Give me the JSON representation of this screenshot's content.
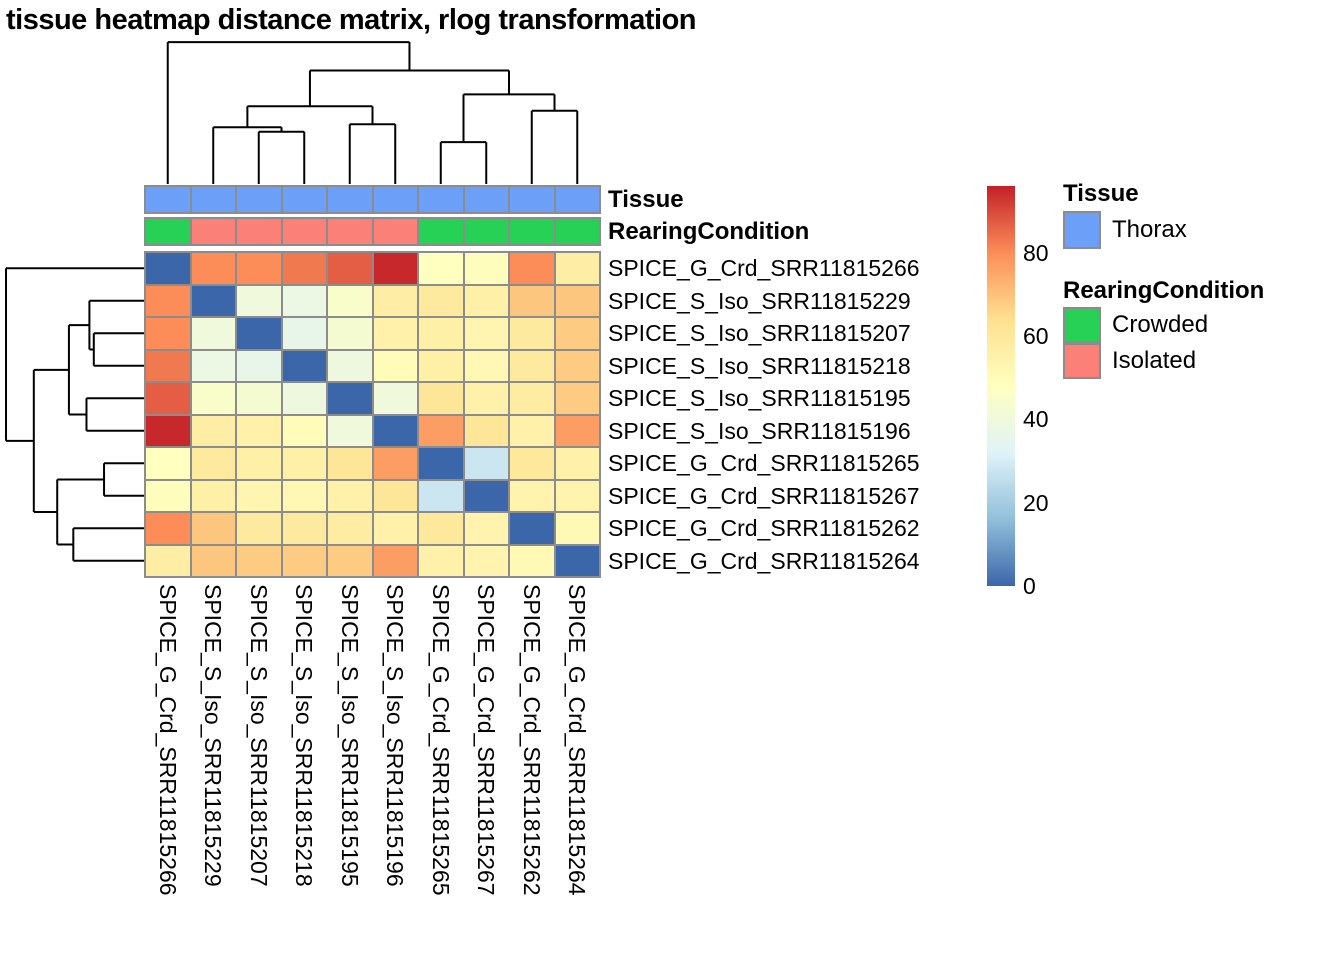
{
  "title": "tissue heatmap distance matrix, rlog transformation",
  "annotation_tracks": {
    "tissue_label": "Tissue",
    "rearing_label": "RearingCondition"
  },
  "legend": {
    "tissue_title": "Tissue",
    "thorax_label": "Thorax",
    "rearing_title": "RearingCondition",
    "crowded_label": "Crowded",
    "isolated_label": "Isolated"
  },
  "colors": {
    "thorax": "#6b9ff8",
    "crowded": "#27d155",
    "isolated": "#fa8078",
    "cell_border": "#8c8c8c",
    "dendrogram_line": "#000000"
  },
  "chart_data": {
    "type": "heatmap",
    "title": "tissue heatmap distance matrix, rlog transformation",
    "samples": [
      "SPICE_G_Crd_SRR11815266",
      "SPICE_S_Iso_SRR11815229",
      "SPICE_S_Iso_SRR11815207",
      "SPICE_S_Iso_SRR11815218",
      "SPICE_S_Iso_SRR11815195",
      "SPICE_S_Iso_SRR11815196",
      "SPICE_G_Crd_SRR11815265",
      "SPICE_G_Crd_SRR11815267",
      "SPICE_G_Crd_SRR11815262",
      "SPICE_G_Crd_SRR11815264"
    ],
    "matrix": [
      [
        0,
        80,
        80,
        83,
        87,
        95,
        48,
        49,
        80,
        57
      ],
      [
        80,
        0,
        40,
        38,
        45,
        57,
        59,
        56,
        69,
        69
      ],
      [
        80,
        40,
        0,
        36,
        43,
        55,
        56,
        53,
        59,
        68
      ],
      [
        83,
        38,
        36,
        0,
        39,
        50,
        56,
        52,
        59,
        68
      ],
      [
        87,
        45,
        43,
        39,
        0,
        40,
        61,
        55,
        58,
        68
      ],
      [
        95,
        57,
        55,
        50,
        40,
        0,
        77,
        61,
        55,
        77
      ],
      [
        48,
        59,
        56,
        56,
        61,
        77,
        0,
        28,
        60,
        55
      ],
      [
        49,
        56,
        53,
        52,
        55,
        61,
        28,
        0,
        54,
        54
      ],
      [
        80,
        69,
        59,
        59,
        58,
        55,
        60,
        54,
        0,
        51
      ],
      [
        57,
        69,
        68,
        68,
        68,
        77,
        55,
        54,
        51,
        0
      ]
    ],
    "scale": {
      "min": 0,
      "max": 96,
      "ticks": [
        0,
        20,
        40,
        60,
        80
      ]
    },
    "colormap_stops": [
      [
        0,
        "#3c66aa"
      ],
      [
        16,
        "#91bfdb"
      ],
      [
        32,
        "#e0f3f8"
      ],
      [
        48,
        "#ffffbf"
      ],
      [
        64,
        "#fee090"
      ],
      [
        80,
        "#fc8d59"
      ],
      [
        96,
        "#c32128"
      ]
    ],
    "column_annotations": {
      "Tissue": [
        "Thorax",
        "Thorax",
        "Thorax",
        "Thorax",
        "Thorax",
        "Thorax",
        "Thorax",
        "Thorax",
        "Thorax",
        "Thorax"
      ],
      "RearingCondition": [
        "Crowded",
        "Isolated",
        "Isolated",
        "Isolated",
        "Isolated",
        "Isolated",
        "Crowded",
        "Crowded",
        "Crowded",
        "Crowded"
      ]
    },
    "dendrogram": {
      "height": 95,
      "children": [
        {
          "leaf": 0
        },
        {
          "height": 76,
          "children": [
            {
              "height": 52,
              "children": [
                {
                  "height": 38,
                  "children": [
                    {
                      "leaf": 1
                    },
                    {
                      "height": 35,
                      "children": [
                        {
                          "leaf": 2
                        },
                        {
                          "leaf": 3
                        }
                      ]
                    }
                  ]
                },
                {
                  "height": 40,
                  "children": [
                    {
                      "leaf": 4
                    },
                    {
                      "leaf": 5
                    }
                  ]
                }
              ]
            },
            {
              "height": 60,
              "children": [
                {
                  "height": 28,
                  "children": [
                    {
                      "leaf": 6
                    },
                    {
                      "leaf": 7
                    }
                  ]
                },
                {
                  "height": 49,
                  "children": [
                    {
                      "leaf": 8
                    },
                    {
                      "leaf": 9
                    }
                  ]
                }
              ]
            }
          ]
        }
      ]
    }
  }
}
